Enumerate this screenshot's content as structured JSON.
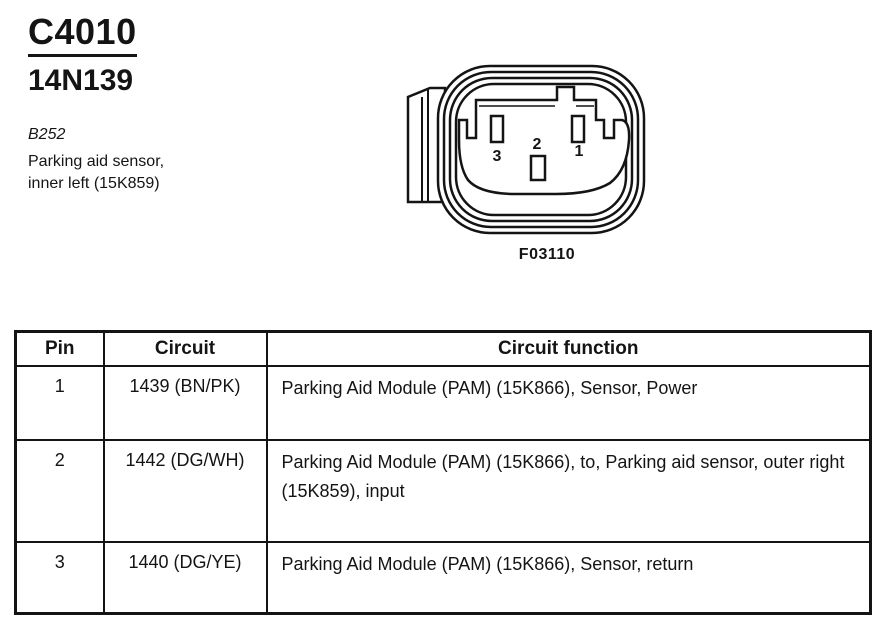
{
  "header": {
    "connector_id": "C4010",
    "part_number": "14N139",
    "location_code": "B252",
    "description_line1": "Parking aid sensor,",
    "description_line2": "inner left (15K859)"
  },
  "diagram": {
    "figure_code": "F03110",
    "pin_labels": [
      "3",
      "2",
      "1"
    ]
  },
  "table": {
    "headers": [
      "Pin",
      "Circuit",
      "Circuit function"
    ],
    "rows": [
      {
        "pin": "1",
        "circuit": "1439 (BN/PK)",
        "function": "Parking Aid Module (PAM) (15K866), Sensor, Power"
      },
      {
        "pin": "2",
        "circuit": "1442 (DG/WH)",
        "function": "Parking Aid Module (PAM) (15K866), to, Parking aid sensor, outer right (15K859), input"
      },
      {
        "pin": "3",
        "circuit": "1440 (DG/YE)",
        "function": "Parking Aid Module (PAM) (15K866), Sensor, return"
      }
    ]
  },
  "colors": {
    "ink": "#141414",
    "paper": "#ffffff"
  }
}
